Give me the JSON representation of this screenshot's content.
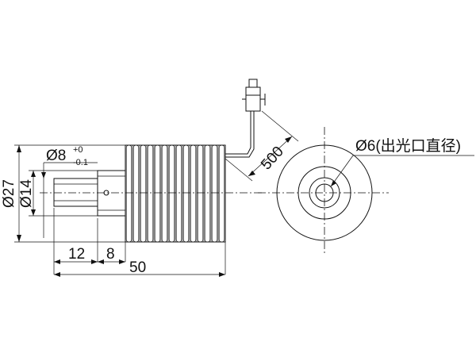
{
  "drawing": {
    "dims": {
      "outer_diameter": "Ø27",
      "inner_diameter": "Ø14",
      "tube_diameter": "Ø8",
      "tol_upper": "+0",
      "tol_lower": "-0.1",
      "len_a": "12",
      "len_b": "8",
      "len_total": "50",
      "lead_length": "500",
      "aperture": "Ø6(出光口直径)"
    }
  }
}
